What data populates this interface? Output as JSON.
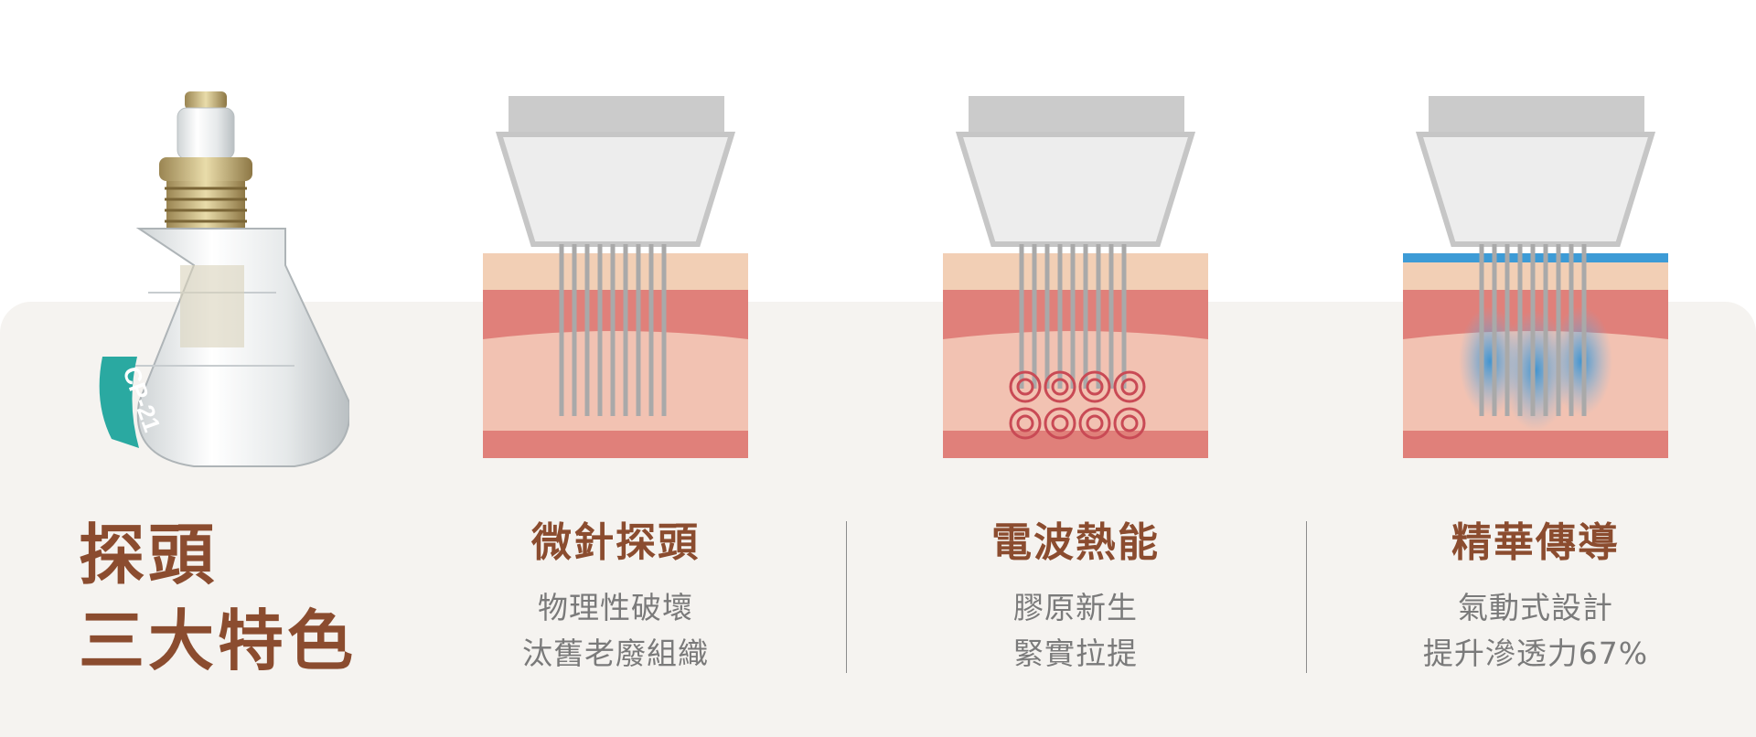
{
  "headline": {
    "line1": "探頭",
    "line2": "三大特色"
  },
  "device": {
    "label": "CP-21"
  },
  "features": [
    {
      "title": "微針探頭",
      "desc1": "物理性破壞",
      "desc2": "汰舊老廢組織"
    },
    {
      "title": "電波熱能",
      "desc1": "膠原新生",
      "desc2": "緊實拉提"
    },
    {
      "title": "精華傳導",
      "desc1": "氣動式設計",
      "desc2": "提升滲透力67%"
    }
  ],
  "colors": {
    "accent": "#8b4c2f",
    "panel": "#f5f3f0",
    "skin_top": "#f2cfb5",
    "dermis": "#e0807a",
    "fat": "#f2c2b2",
    "needle": "#a9a9a9",
    "serum": "#3d9bd6",
    "label_teal": "#2aa9a1"
  }
}
